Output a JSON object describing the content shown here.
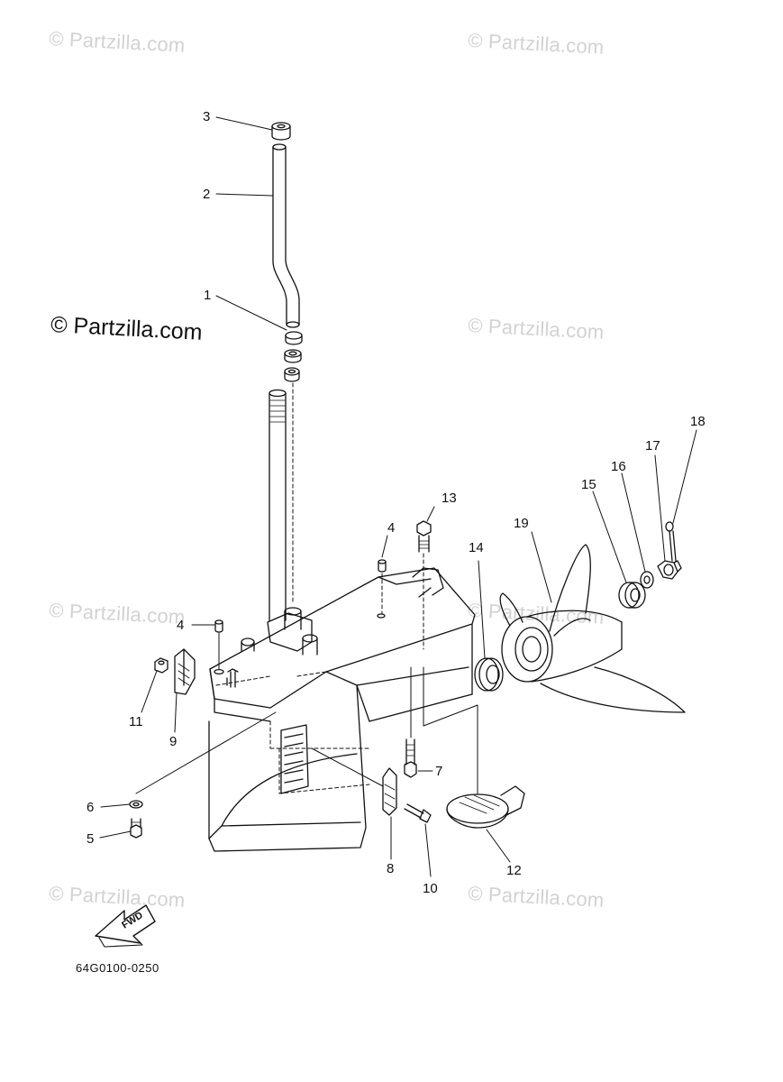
{
  "watermark_text": "© Partzilla.com",
  "diagram_code": "64G0100-0250",
  "fwd_label": "FWD",
  "callouts": {
    "c1": "1",
    "c2": "2",
    "c3": "3",
    "c4a": "4",
    "c4b": "4",
    "c5": "5",
    "c6": "6",
    "c7": "7",
    "c8": "8",
    "c9": "9",
    "c10": "10",
    "c11": "11",
    "c12": "12",
    "c13": "13",
    "c14": "14",
    "c15": "15",
    "c16": "16",
    "c17": "17",
    "c18": "18",
    "c19": "19"
  },
  "colors": {
    "ink": "#111111",
    "watermark": "#d2d2d2"
  }
}
